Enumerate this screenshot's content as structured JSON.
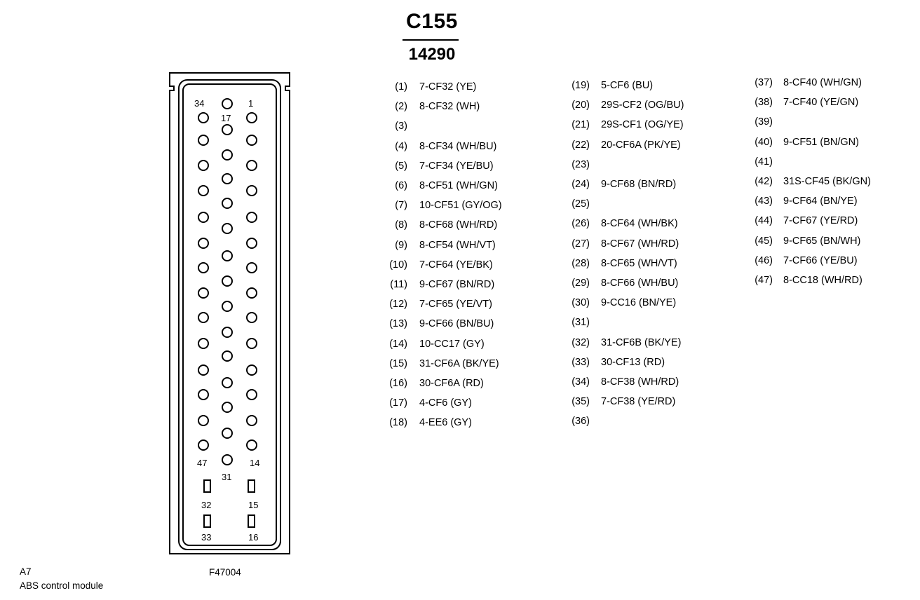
{
  "connector": {
    "id": "C155",
    "part_number": "14290"
  },
  "pins": [
    {
      "num": "(1)",
      "circuit": "7-CF32 (YE)"
    },
    {
      "num": "(2)",
      "circuit": "8-CF32 (WH)"
    },
    {
      "num": "(3)",
      "circuit": ""
    },
    {
      "num": "(4)",
      "circuit": "8-CF34 (WH/BU)"
    },
    {
      "num": "(5)",
      "circuit": "7-CF34 (YE/BU)"
    },
    {
      "num": "(6)",
      "circuit": "8-CF51 (WH/GN)"
    },
    {
      "num": "(7)",
      "circuit": "10-CF51 (GY/OG)"
    },
    {
      "num": "(8)",
      "circuit": "8-CF68 (WH/RD)"
    },
    {
      "num": "(9)",
      "circuit": "8-CF54 (WH/VT)"
    },
    {
      "num": "(10)",
      "circuit": "7-CF64 (YE/BK)"
    },
    {
      "num": "(11)",
      "circuit": "9-CF67 (BN/RD)"
    },
    {
      "num": "(12)",
      "circuit": "7-CF65 (YE/VT)"
    },
    {
      "num": "(13)",
      "circuit": "9-CF66 (BN/BU)"
    },
    {
      "num": "(14)",
      "circuit": "10-CC17 (GY)"
    },
    {
      "num": "(15)",
      "circuit": "31-CF6A (BK/YE)"
    },
    {
      "num": "(16)",
      "circuit": "30-CF6A (RD)"
    },
    {
      "num": "(17)",
      "circuit": "4-CF6 (GY)"
    },
    {
      "num": "(18)",
      "circuit": "4-EE6 (GY)"
    },
    {
      "num": "(19)",
      "circuit": "5-CF6 (BU)"
    },
    {
      "num": "(20)",
      "circuit": "29S-CF2 (OG/BU)"
    },
    {
      "num": "(21)",
      "circuit": "29S-CF1 (OG/YE)"
    },
    {
      "num": "(22)",
      "circuit": "20-CF6A (PK/YE)"
    },
    {
      "num": "(23)",
      "circuit": ""
    },
    {
      "num": "(24)",
      "circuit": "9-CF68 (BN/RD)"
    },
    {
      "num": "(25)",
      "circuit": ""
    },
    {
      "num": "(26)",
      "circuit": "8-CF64 (WH/BK)"
    },
    {
      "num": "(27)",
      "circuit": "8-CF67 (WH/RD)"
    },
    {
      "num": "(28)",
      "circuit": "8-CF65 (WH/VT)"
    },
    {
      "num": "(29)",
      "circuit": "8-CF66 (WH/BU)"
    },
    {
      "num": "(30)",
      "circuit": "9-CC16 (BN/YE)"
    },
    {
      "num": "(31)",
      "circuit": ""
    },
    {
      "num": "(32)",
      "circuit": "31-CF6B (BK/YE)"
    },
    {
      "num": "(33)",
      "circuit": "30-CF13 (RD)"
    },
    {
      "num": "(34)",
      "circuit": "8-CF38 (WH/RD)"
    },
    {
      "num": "(35)",
      "circuit": "7-CF38 (YE/RD)"
    },
    {
      "num": "(36)",
      "circuit": ""
    },
    {
      "num": "(37)",
      "circuit": "8-CF40 (WH/GN)"
    },
    {
      "num": "(38)",
      "circuit": "7-CF40 (YE/GN)"
    },
    {
      "num": "(39)",
      "circuit": ""
    },
    {
      "num": "(40)",
      "circuit": "9-CF51 (BN/GN)"
    },
    {
      "num": "(41)",
      "circuit": ""
    },
    {
      "num": "(42)",
      "circuit": "31S-CF45 (BK/GN)"
    },
    {
      "num": "(43)",
      "circuit": "9-CF64 (BN/YE)"
    },
    {
      "num": "(44)",
      "circuit": "7-CF67 (YE/RD)"
    },
    {
      "num": "(45)",
      "circuit": "9-CF65 (BN/WH)"
    },
    {
      "num": "(46)",
      "circuit": "7-CF66 (YE/BU)"
    },
    {
      "num": "(47)",
      "circuit": "8-CC18 (WH/RD)"
    }
  ],
  "face_labels": {
    "p34": "34",
    "p17": "17",
    "p1": "1",
    "p47": "47",
    "p31": "31",
    "p14": "14",
    "p32": "32",
    "p15": "15",
    "p33": "33",
    "p16": "16"
  },
  "figure_id": "F47004",
  "component": {
    "ref": "A7",
    "name": "ABS control module"
  }
}
